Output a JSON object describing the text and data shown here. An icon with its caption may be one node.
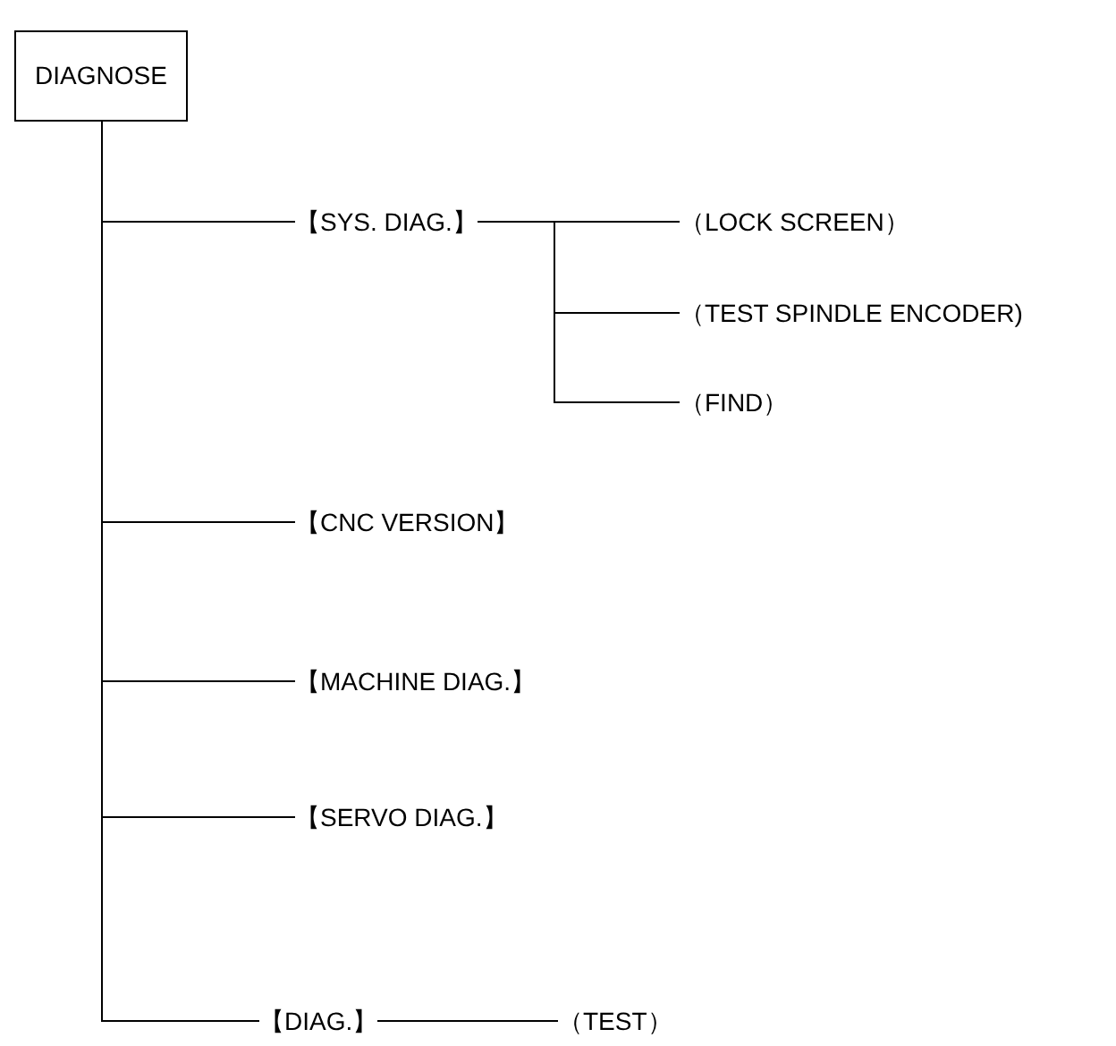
{
  "diagram": {
    "nodes": [
      {
        "text": [
          "DIAGNOSE"
        ]
      },
      {
        "text": [
          "【SYS. DIAG.】"
        ]
      },
      {
        "text": [
          "（LOCK SCREEN）"
        ]
      },
      {
        "text": [
          "（TEST SPINDLE ENCODER)"
        ]
      },
      {
        "text": [
          "（FIND）"
        ]
      },
      {
        "text": [
          "【CNC VERSION】"
        ]
      },
      {
        "text": [
          "【MACHINE DIAG.】"
        ]
      },
      {
        "text": [
          "【SERVO DIAG.】"
        ]
      },
      {
        "text": [
          "【DIAG.】"
        ]
      },
      {
        "text": [
          "（TEST）"
        ]
      }
    ],
    "edges": [
      {
        "from": 0,
        "to": 1,
        "arrow": "none"
      },
      {
        "from": 1,
        "to": 2,
        "arrow": "none"
      },
      {
        "from": 1,
        "to": 3,
        "arrow": "none"
      },
      {
        "from": 1,
        "to": 4,
        "arrow": "none"
      },
      {
        "from": 0,
        "to": 5,
        "arrow": "none"
      },
      {
        "from": 0,
        "to": 6,
        "arrow": "none"
      },
      {
        "from": 0,
        "to": 7,
        "arrow": "none"
      },
      {
        "from": 0,
        "to": 8,
        "arrow": "none"
      },
      {
        "from": 8,
        "to": 9,
        "arrow": "none"
      }
    ]
  }
}
